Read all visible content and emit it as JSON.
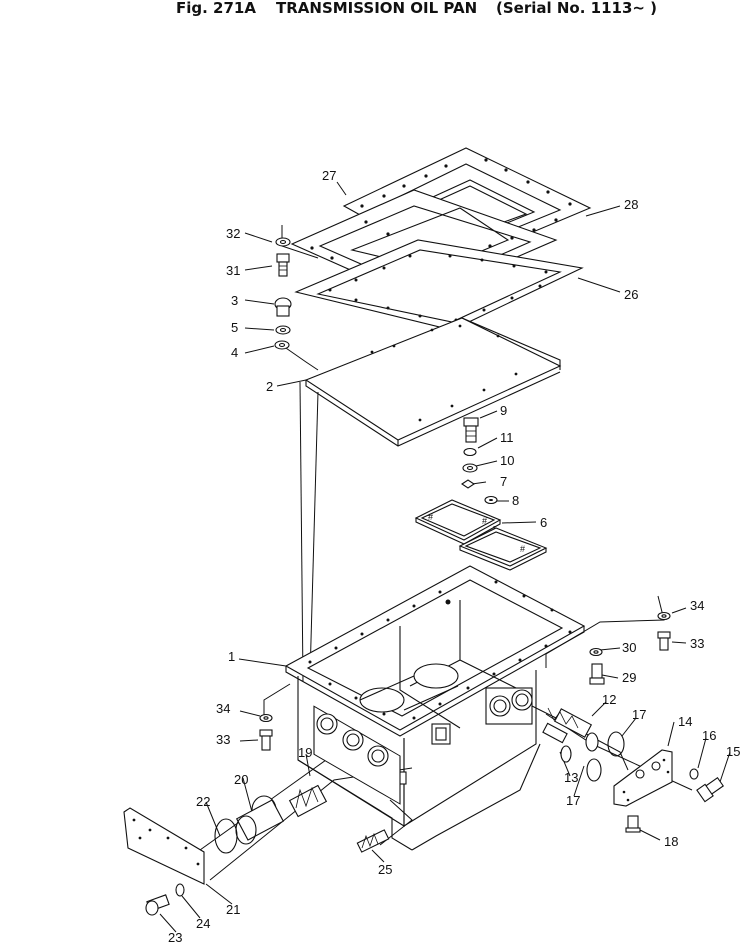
{
  "header": {
    "figure_no": "Fig. 271A",
    "title": "TRANSMISSION OIL PAN",
    "serial": "(Serial No. 1113~ )"
  },
  "callouts": {
    "c1": "1",
    "c2": "2",
    "c3": "3",
    "c4": "4",
    "c5": "5",
    "c6": "6",
    "c7": "7",
    "c8": "8",
    "c9": "9",
    "c10": "10",
    "c11": "11",
    "c12": "12",
    "c13": "13",
    "c14": "14",
    "c15": "15",
    "c16": "16",
    "c17a": "17",
    "c17b": "17",
    "c18": "18",
    "c19": "19",
    "c20": "20",
    "c21": "21",
    "c22": "22",
    "c23": "23",
    "c24": "24",
    "c25": "25",
    "c26": "26",
    "c27": "27",
    "c28": "28",
    "c29": "29",
    "c30": "30",
    "c31": "31",
    "c32": "32",
    "c33a": "33",
    "c33b": "33",
    "c34a": "34",
    "c34b": "34"
  }
}
